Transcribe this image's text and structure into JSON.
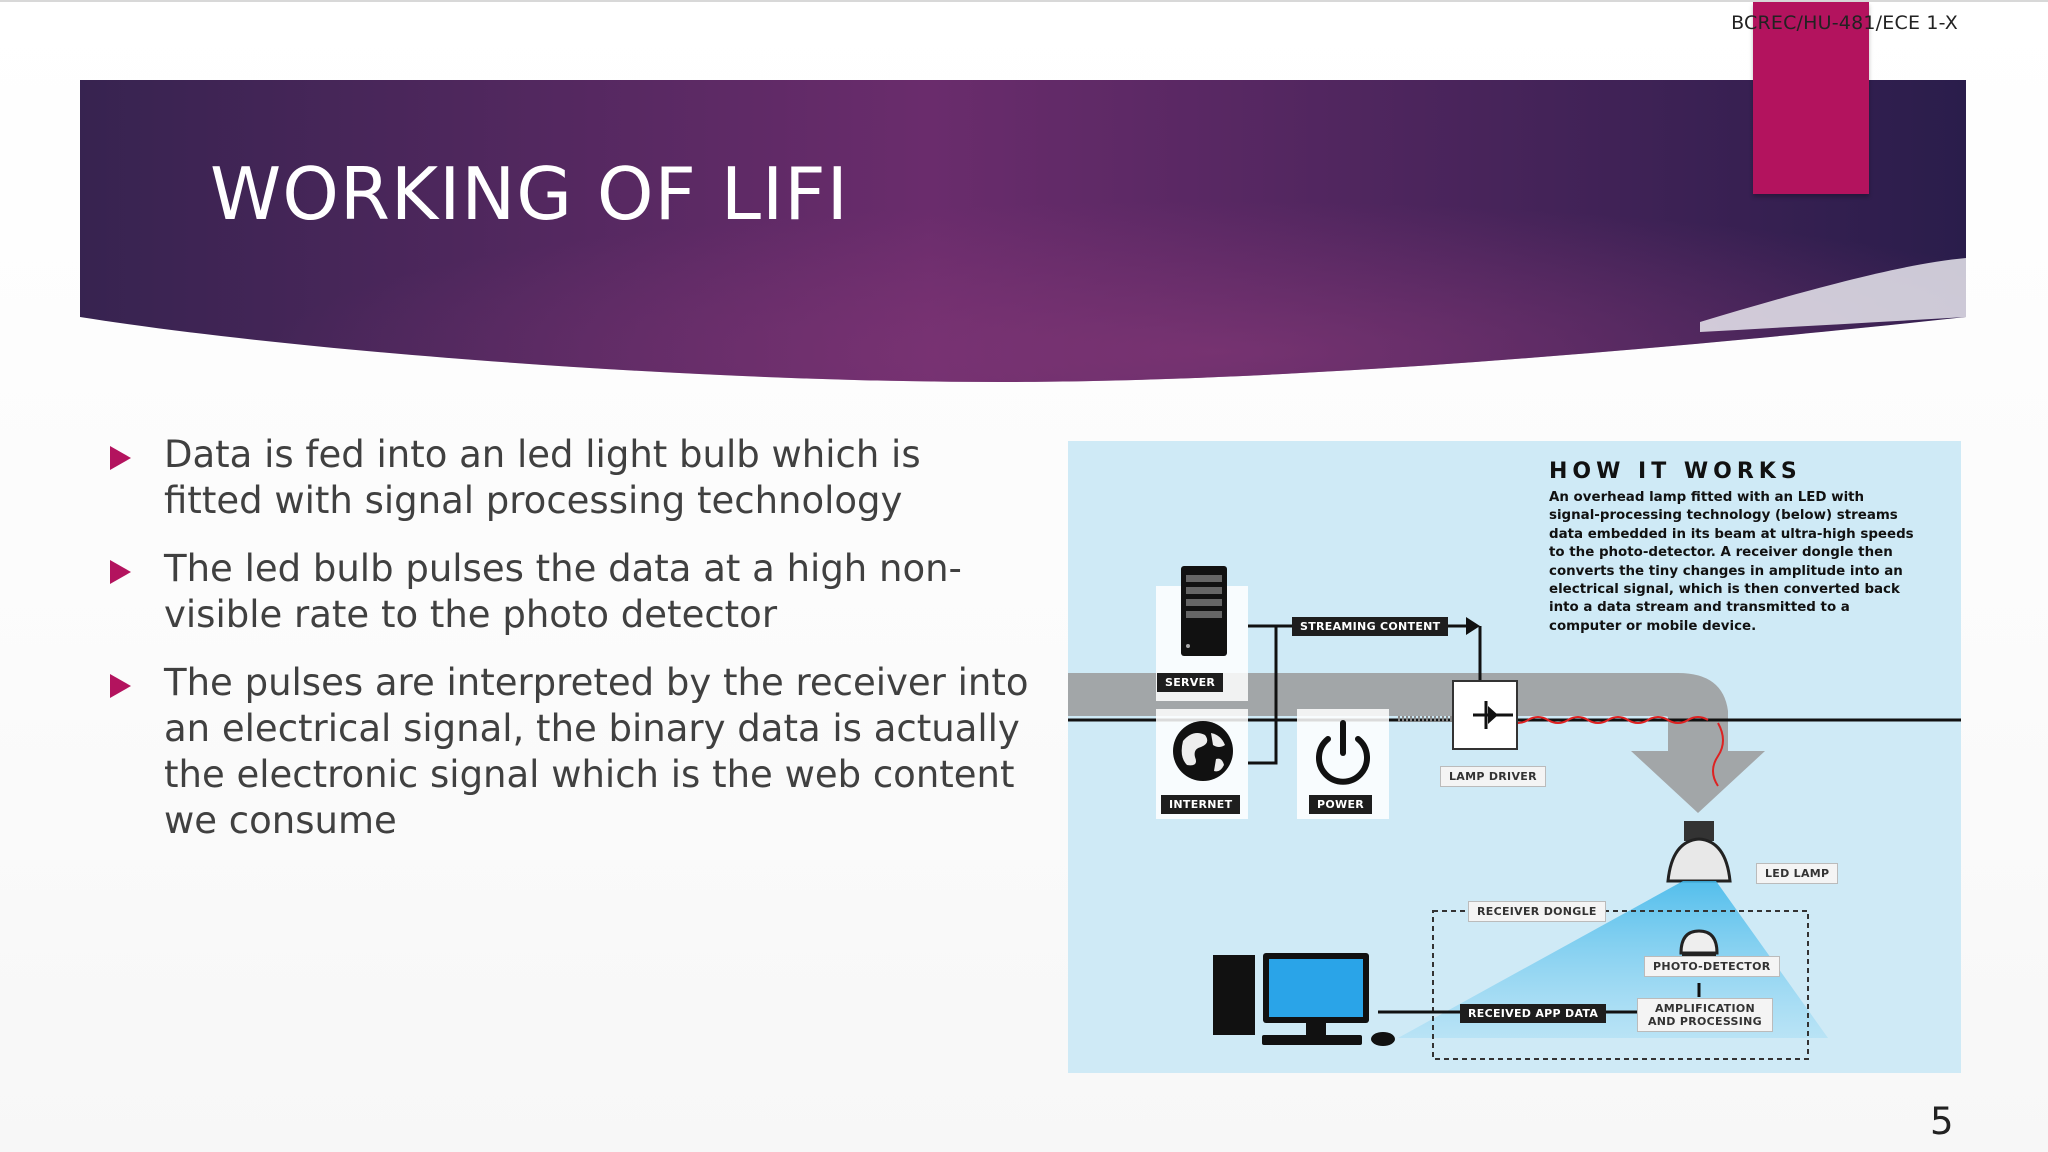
{
  "slide": {
    "code": "BCREC/HU-481/ECE 1-X",
    "title": "WORKING OF LIFI",
    "page_number": "5",
    "colors": {
      "accent": "#b3135e",
      "header_dark": "#2d1f4f",
      "header_mid": "#6a2c6c",
      "body_text": "#404040"
    }
  },
  "bullets": [
    {
      "text": "Data is fed into an led light bulb which is fitted with signal processing technology"
    },
    {
      "text": "The led bulb pulses the data at a high non-visible rate to the photo detector"
    },
    {
      "text": "The pulses are interpreted by the receiver into an electrical signal, the binary data is actually the electronic signal which is the web content we consume"
    }
  ],
  "diagram": {
    "heading": "HOW IT WORKS",
    "description": "An overhead lamp fitted with an LED with signal-processing technology (below) streams data embedded in its beam at ultra-high speeds to the photo-detector. A receiver dongle then converts the tiny changes in amplitude into an electrical signal, which is then converted back into a data stream and transmitted to a computer or mobile device.",
    "labels": {
      "server": "SERVER",
      "internet": "INTERNET",
      "power": "POWER",
      "streaming_content": "STREAMING CONTENT",
      "lamp_driver": "LAMP DRIVER",
      "led_lamp": "LED LAMP",
      "receiver_dongle": "RECEIVER DONGLE",
      "photo_detector": "PHOTO-DETECTOR",
      "amplification": "AMPLIFICATION AND PROCESSING",
      "received_app_data": "RECEIVED APP DATA"
    },
    "icons": [
      "server-icon",
      "globe-icon",
      "power-icon",
      "lamp-icon",
      "computer-icon"
    ]
  }
}
